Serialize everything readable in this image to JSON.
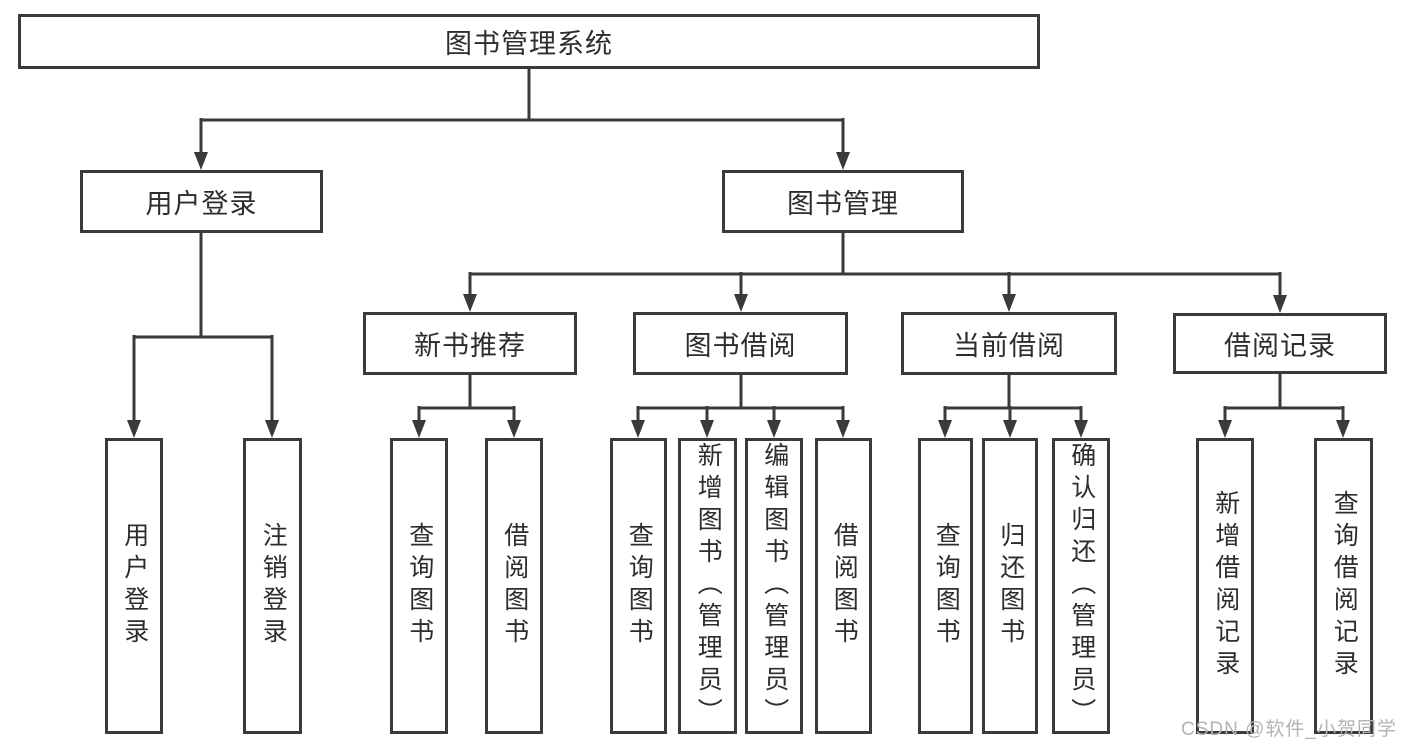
{
  "diagram_title": "图书管理系统",
  "colors": {
    "line": "#3a3a3a",
    "box_border": "#3a3a3a",
    "text": "#2d2d2d",
    "watermark": "#b3b3b3",
    "background": "#ffffff"
  },
  "tree": {
    "root": "图书管理系统",
    "level2": [
      {
        "label": "用户登录",
        "children": [
          "用户登录",
          "注销登录"
        ]
      },
      {
        "label": "图书管理",
        "groups": [
          {
            "label": "新书推荐",
            "children": [
              "查询图书",
              "借阅图书"
            ]
          },
          {
            "label": "图书借阅",
            "children": [
              "查询图书",
              "新增图书（管理员）",
              "编辑图书（管理员）",
              "借阅图书"
            ]
          },
          {
            "label": "当前借阅",
            "children": [
              "查询图书",
              "归还图书",
              "确认归还（管理员）"
            ]
          },
          {
            "label": "借阅记录",
            "children": [
              "新增借阅记录",
              "查询借阅记录"
            ]
          }
        ]
      }
    ]
  },
  "watermark": "CSDN @软件_小贺同学"
}
